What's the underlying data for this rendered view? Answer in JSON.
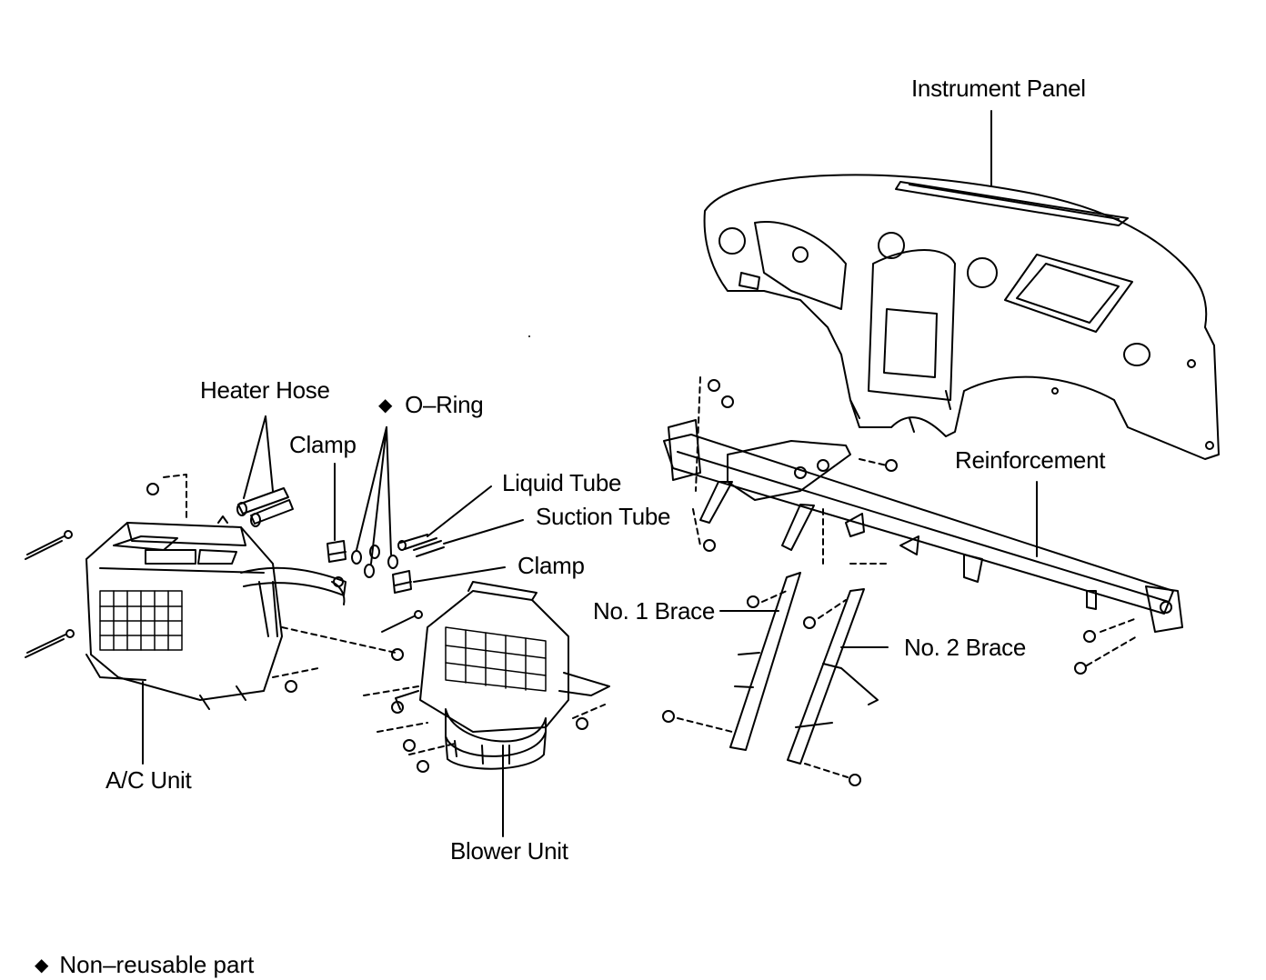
{
  "labels": {
    "instrument_panel": "Instrument Panel",
    "heater_hose": "Heater Hose",
    "o_ring": "O–Ring",
    "clamp_upper": "Clamp",
    "liquid_tube": "Liquid Tube",
    "suction_tube": "Suction Tube",
    "clamp_lower": "Clamp",
    "reinforcement": "Reinforcement",
    "no1_brace": "No. 1 Brace",
    "no2_brace": "No. 2 Brace",
    "ac_unit": "A/C Unit",
    "blower_unit": "Blower Unit"
  },
  "legend": {
    "symbol": "◆",
    "text": "Non–reusable part"
  },
  "colors": {
    "ink": "#000000",
    "paper": "#ffffff"
  }
}
